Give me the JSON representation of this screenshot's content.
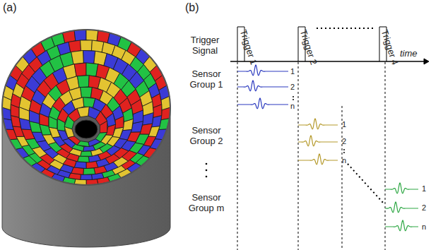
{
  "diagram": {
    "labels": [
      "(a)",
      "(b)",
      "Trigger Signal",
      "Trigger 1",
      "Trigger 2",
      "Trigger 4",
      "time",
      "Sensor Group 1",
      "1",
      "2",
      "n",
      "Sensor Group 2",
      "1",
      "2",
      "n",
      "Sensor Group m",
      "1",
      "2",
      "n"
    ]
  }
}
